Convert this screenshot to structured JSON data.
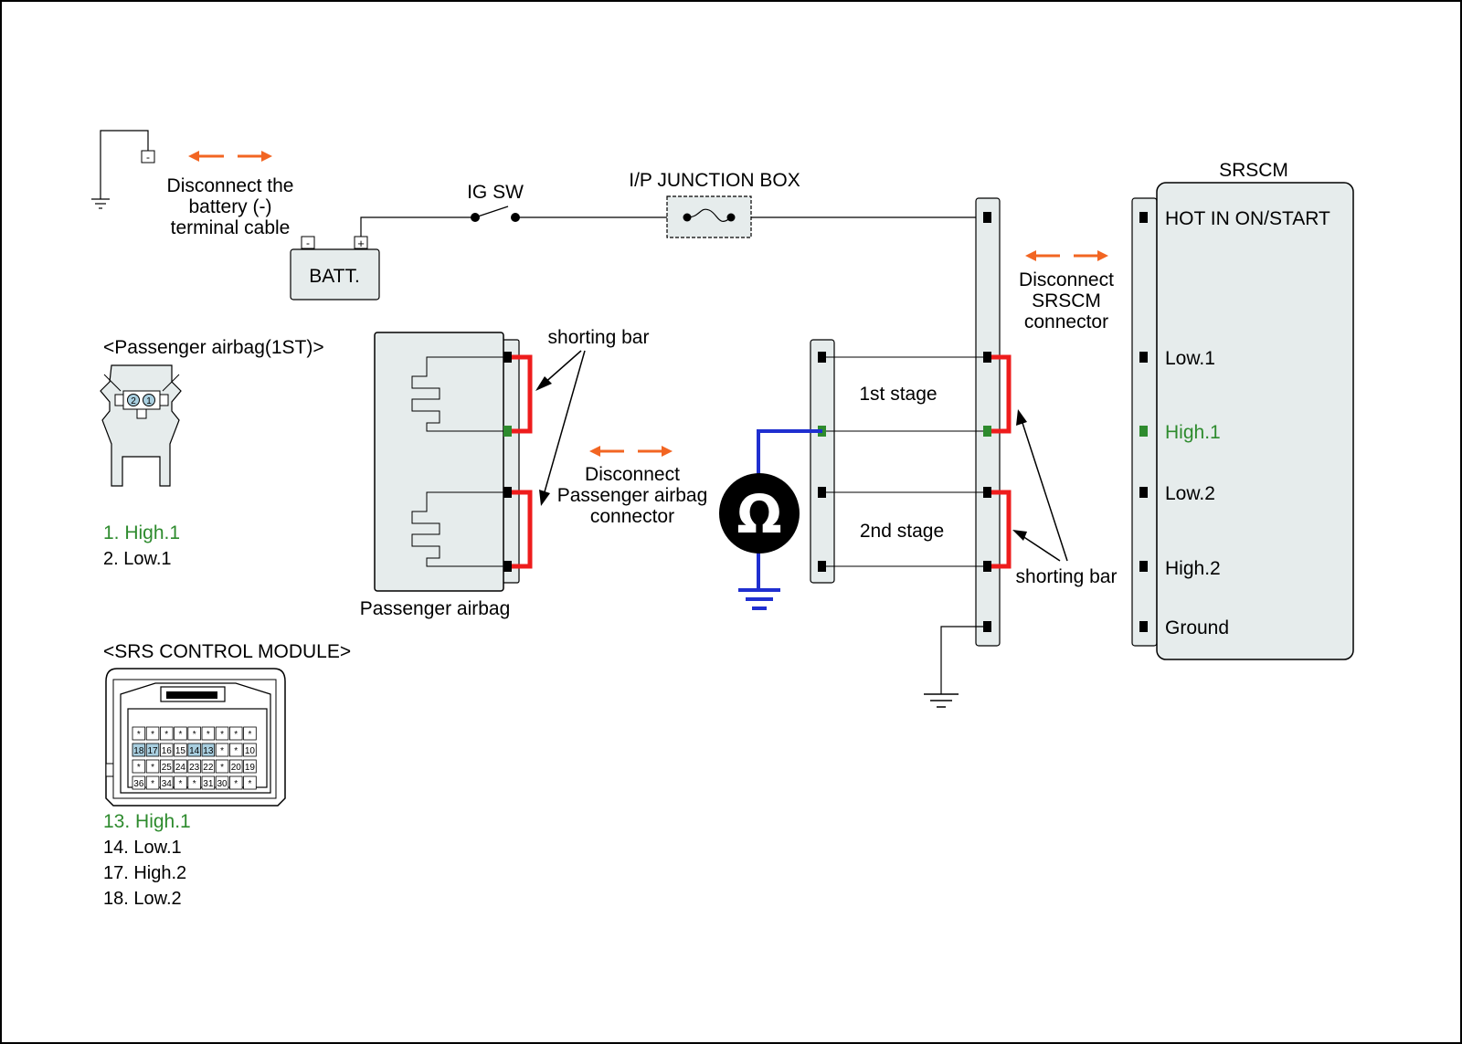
{
  "battery_note": [
    "Disconnect the",
    "battery (-)",
    "terminal cable"
  ],
  "batt_label": "BATT.",
  "batt_minus": "-",
  "batt_plus": "+",
  "ground_minus": "-",
  "ig_sw": "IG SW",
  "jbox": "I/P JUNCTION BOX",
  "srscm_title": "SRSCM",
  "srscm_pins": [
    "HOT IN ON/START",
    "Low.1",
    "High.1",
    "Low.2",
    "High.2",
    "Ground"
  ],
  "srscm_note": [
    "Disconnect",
    "SRSCM",
    "connector"
  ],
  "passenger_title": "<Passenger airbag(1ST)>",
  "passenger_pins_legend": [
    "1. High.1",
    "2. Low.1"
  ],
  "passenger_pin_numbers": [
    "2",
    "1"
  ],
  "passenger_airbag_label": "Passenger airbag",
  "shorting_bar": "shorting bar",
  "passenger_note": [
    "Disconnect",
    "Passenger airbag",
    "connector"
  ],
  "stage1": "1st stage",
  "stage2": "2nd stage",
  "srs_title": "<SRS CONTROL MODULE>",
  "srs_legend": [
    "13. High.1",
    "14. Low.1",
    "17. High.2",
    "18. Low.2"
  ],
  "srs_grid": [
    [
      "*",
      "*",
      "*",
      "*",
      "*",
      "*",
      "*",
      "*",
      "*"
    ],
    [
      "18",
      "17",
      "16",
      "15",
      "14",
      "13",
      "*",
      "*",
      "10"
    ],
    [
      "*",
      "*",
      "25",
      "24",
      "23",
      "22",
      "*",
      "20",
      "19"
    ],
    [
      "36",
      "*",
      "34",
      "*",
      "*",
      "31",
      "30",
      "*",
      "*"
    ]
  ],
  "srs_highlight": [
    "18",
    "17",
    "14",
    "13"
  ],
  "colors": {
    "short_bar": "#ee1c1c",
    "meter_lead": "#1f2fd0",
    "green_terminal": "#2e8b2e",
    "arrow": "#f26522",
    "connector_fill": "#e6ecec",
    "pin_highlight": "#a9cfe0"
  },
  "icons": [
    "ohmmeter-icon",
    "ground-symbol-icon",
    "fuse-icon",
    "switch-icon"
  ]
}
